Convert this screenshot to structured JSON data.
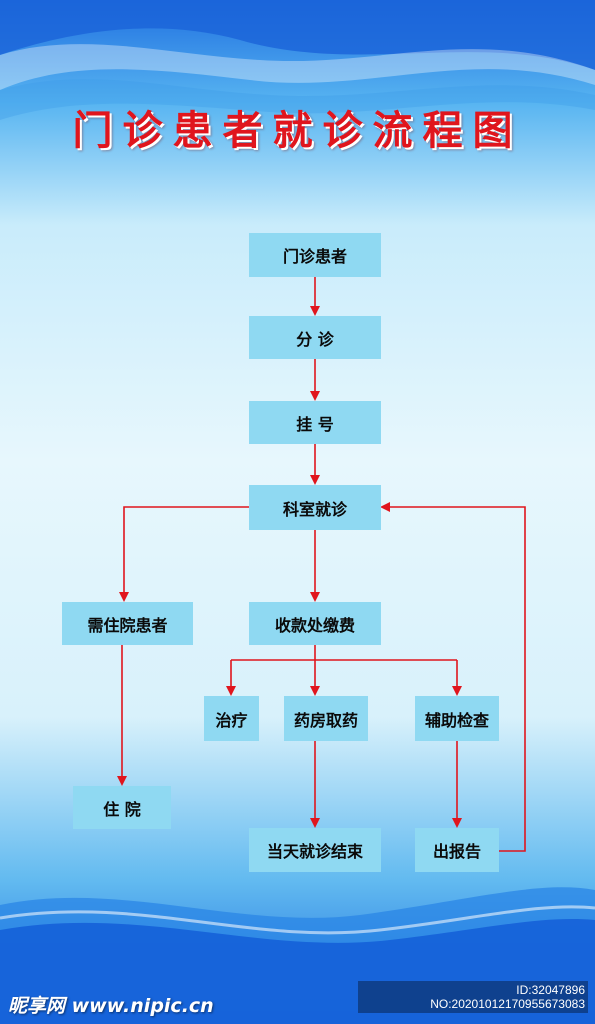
{
  "title": "门诊患者就诊流程图",
  "nodes": {
    "outpatient": "门诊患者",
    "triage": "分 诊",
    "registration": "挂 号",
    "department_visit": "科室就诊",
    "inpatient_needed": "需住院患者",
    "payment": "收款处缴费",
    "hospitalization": "住 院",
    "treatment": "治疗",
    "pharmacy": "药房取药",
    "auxiliary_exam": "辅助检查",
    "visit_end": "当天就诊结束",
    "report": "出报告"
  },
  "colors": {
    "title": "#e0151d",
    "box": "#8fd9f2",
    "arrow": "#e0151d"
  },
  "watermark": {
    "logo": "昵享网 www.nipic.cn",
    "id": "ID:32047896 NO:20201012170955673083"
  }
}
